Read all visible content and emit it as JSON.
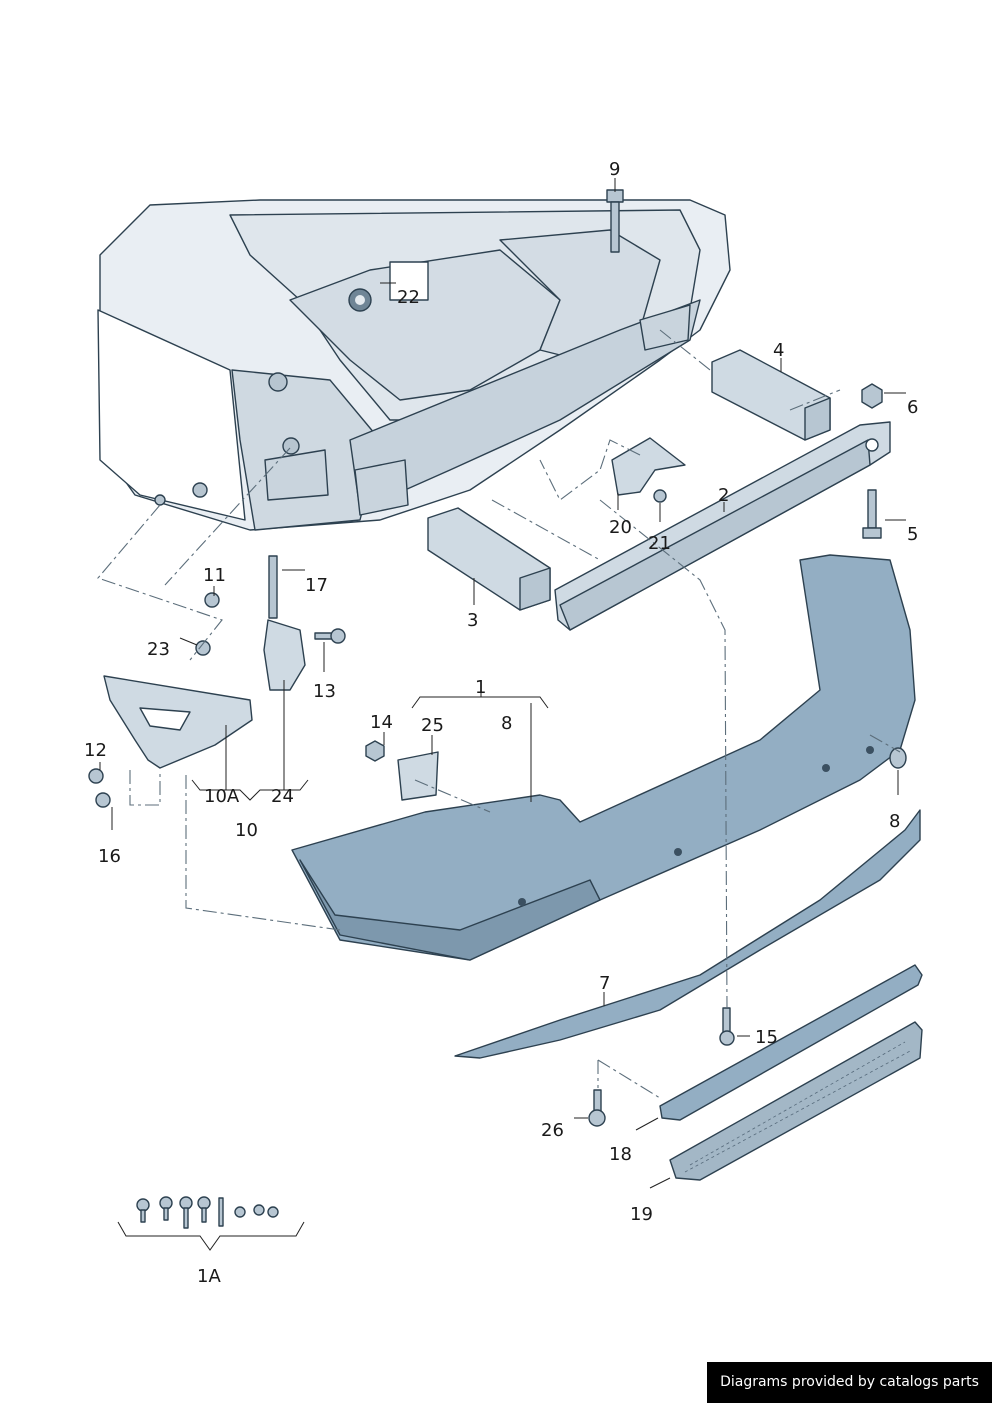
{
  "diagram": {
    "labels": {
      "p1": "1",
      "p1A": "1A",
      "p2": "2",
      "p3": "3",
      "p4": "4",
      "p5": "5",
      "p6": "6",
      "p7": "7",
      "p8a": "8",
      "p8b": "8",
      "p9": "9",
      "p10": "10",
      "p10A": "10A",
      "p11": "11",
      "p12": "12",
      "p13": "13",
      "p14": "14",
      "p15": "15",
      "p16": "16",
      "p17": "17",
      "p18": "18",
      "p19": "19",
      "p20": "20",
      "p21": "21",
      "p22": "22",
      "p23": "23",
      "p24": "24",
      "p25": "25",
      "p26": "26"
    }
  },
  "footer": {
    "text": "Diagrams provided by catalogs parts"
  }
}
